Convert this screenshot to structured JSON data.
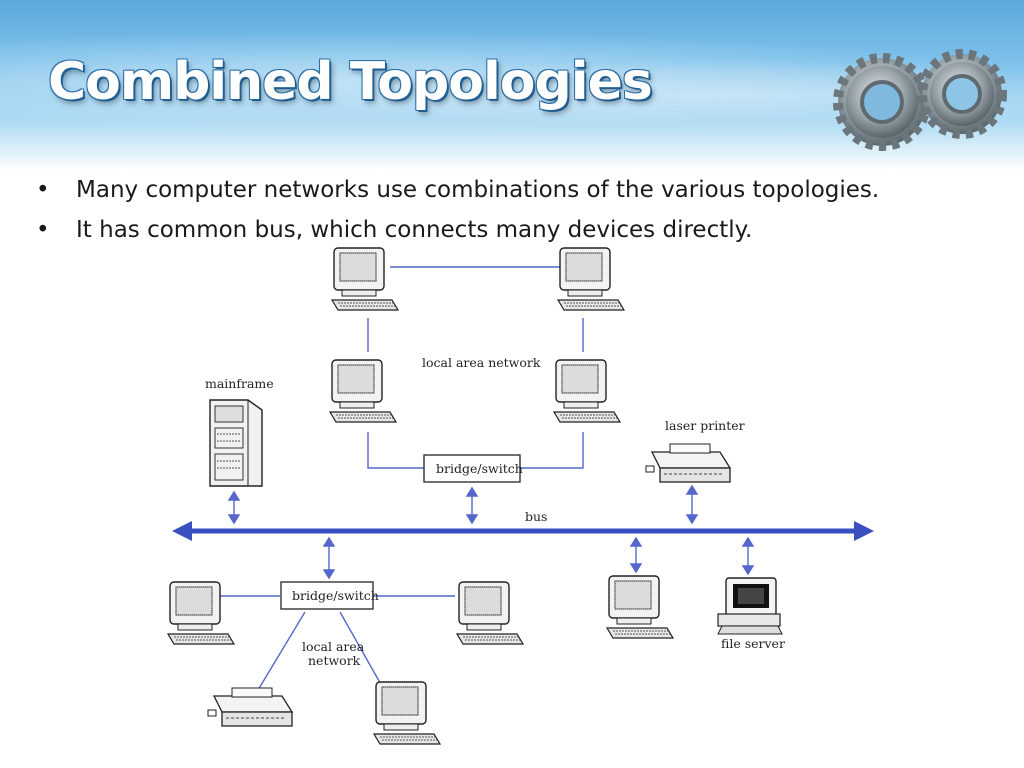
{
  "slide": {
    "title": "Combined Topologies",
    "bullets": [
      "Many computer networks use combinations of the various topologies.",
      "It has common bus, which connects many devices directly."
    ],
    "bullet_glyph": "•"
  },
  "diagram": {
    "labels": {
      "lan_top": "local area network",
      "mainframe": "mainframe",
      "laser_printer": "laser printer",
      "bridge_top": "bridge/switch",
      "bus": "bus",
      "bridge_bottom": "bridge/switch",
      "lan_bottom_line1": "local area",
      "lan_bottom_line2": "network",
      "file_server": "file server"
    },
    "colors": {
      "link": "#5566cc",
      "bus": "#3a4fc0",
      "title_outline": "#1f5f95",
      "header_blue": "#5aa9dd"
    },
    "icons": [
      "gear-icon",
      "computer-icon",
      "mainframe-icon",
      "printer-icon",
      "file-server-icon"
    ]
  }
}
